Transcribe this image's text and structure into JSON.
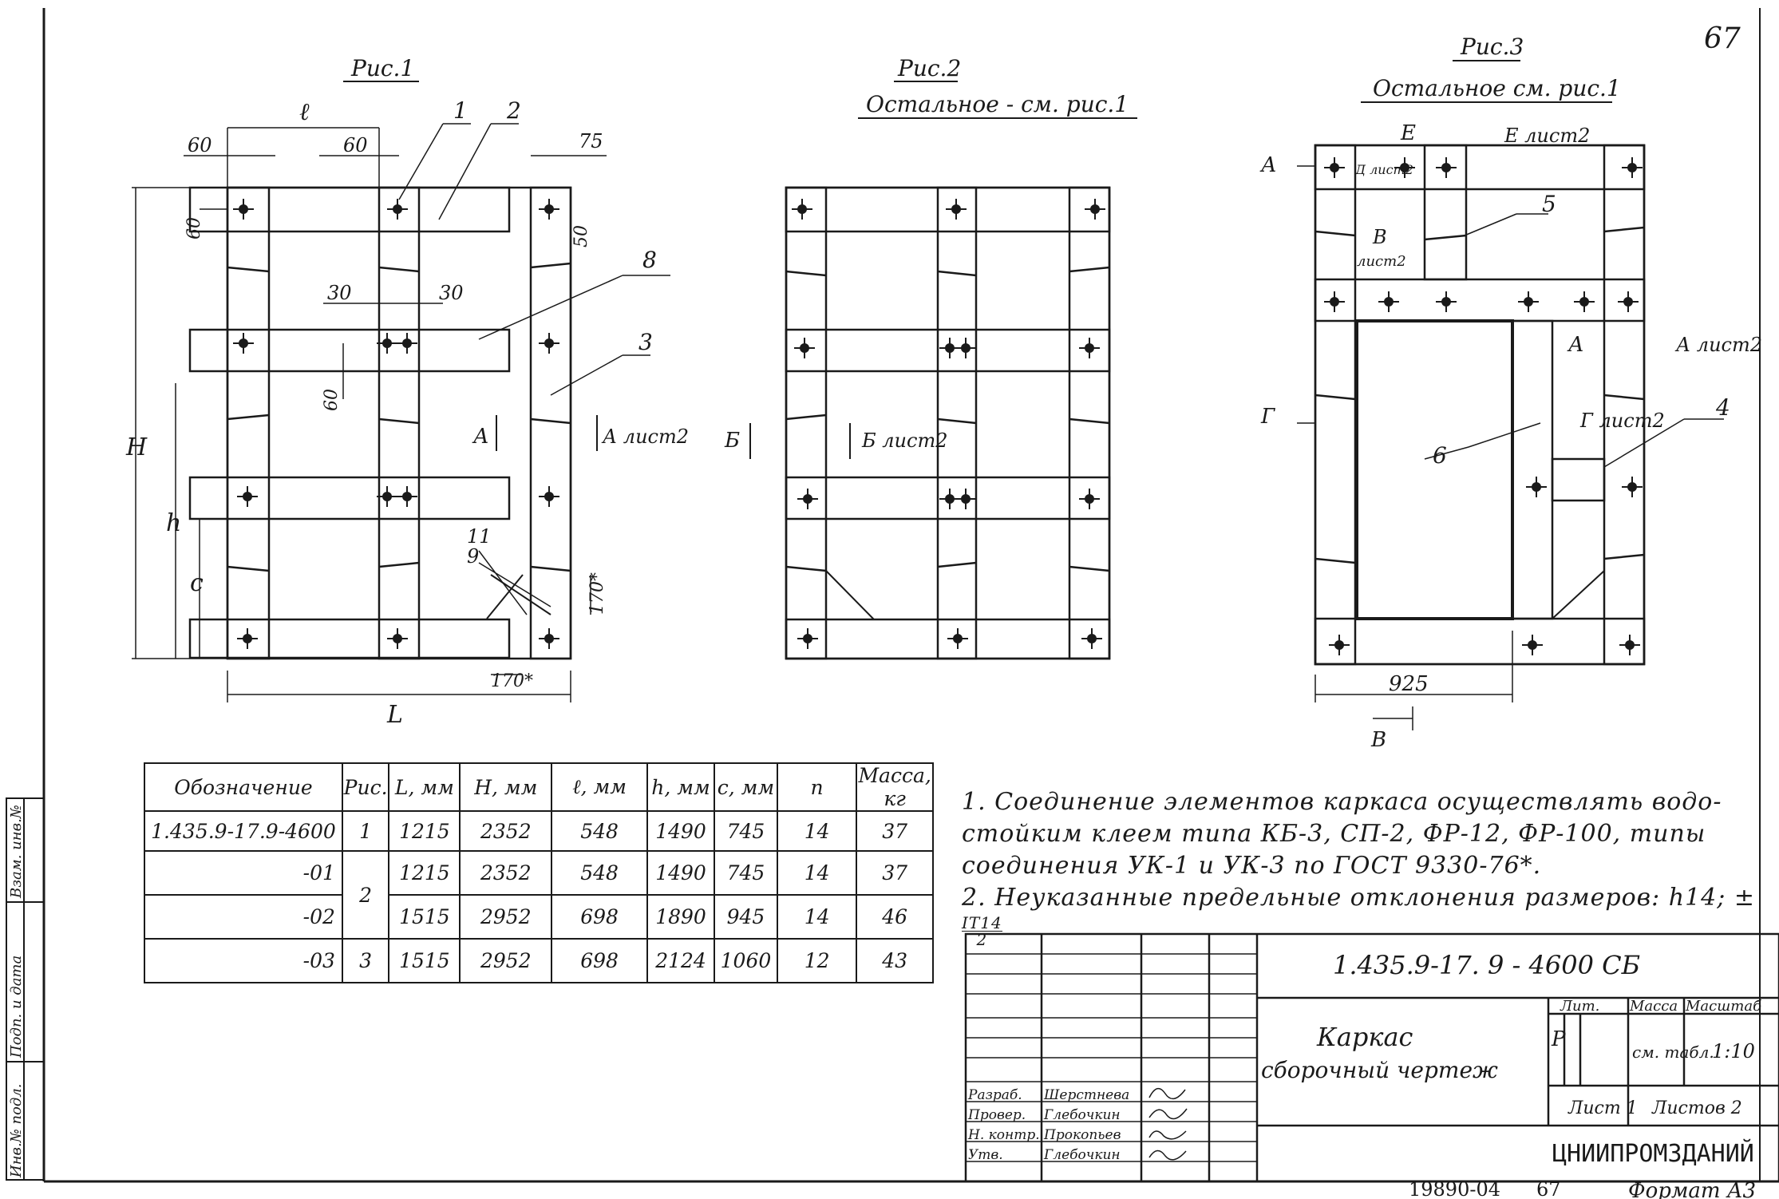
{
  "sheet": {
    "page_number": "67",
    "fig1_title": "Рис.1",
    "fig2_title": "Рис.2",
    "fig2_subtitle": "Остальное - см. рис.1",
    "fig3_title": "Рис.3",
    "fig3_subtitle": "Остальное см. рис.1",
    "format_label": "Формат А3",
    "archive_number": "19890-04",
    "archive_page": "67"
  },
  "fig1_labels": {
    "dim_l": "ℓ",
    "dim_60_a": "60",
    "dim_60_b": "60",
    "dim_75": "75",
    "dim_60_c": "60",
    "dim_50": "50",
    "dim_30_a": "30",
    "dim_30_b": "30",
    "dim_60_d": "60",
    "dim_H": "H",
    "dim_h": "h",
    "dim_c": "c",
    "dim_L": "L",
    "dim_170_a": "170*",
    "dim_170_b": "170*",
    "pos_1": "1",
    "pos_2": "2",
    "pos_3": "3",
    "pos_8": "8",
    "pos_11": "11",
    "pos_9": "9",
    "section_A": "А",
    "section_A_ref": "А лист2"
  },
  "fig2_labels": {
    "section_B": "Б",
    "section_B_ref": "Б лист2"
  },
  "fig3_labels": {
    "section_A": "А",
    "section_E": "Е",
    "section_E_ref": "Е лист2",
    "section_D_ref": "Д лист2",
    "section_V": "В",
    "section_V_ref": "лист2",
    "pos_5": "5",
    "pos_6": "6",
    "pos_4": "4",
    "section_A2": "А",
    "section_A2_ref": "А лист2",
    "section_G": "Г",
    "section_G_ref": "Г лист2",
    "dim_925": "925",
    "section_V_bottom": "В"
  },
  "spec_table": {
    "headers": [
      "Обозначение",
      "Рис.",
      "L, мм",
      "H, мм",
      "ℓ, мм",
      "h, мм",
      "c, мм",
      "n",
      "Масса, кг"
    ],
    "rows": [
      [
        "1.435.9-17.9-4600",
        "1",
        "1215",
        "2352",
        "548",
        "1490",
        "745",
        "14",
        "37"
      ],
      [
        "-01",
        "2",
        "1215",
        "2352",
        "548",
        "1490",
        "745",
        "14",
        "37"
      ],
      [
        "-02",
        "",
        "1515",
        "2952",
        "698",
        "1890",
        "945",
        "14",
        "46"
      ],
      [
        "-03",
        "3",
        "1515",
        "2952",
        "698",
        "2124",
        "1060",
        "12",
        "43"
      ]
    ]
  },
  "notes": {
    "line1": "1. Соединение элементов каркаса осуществлять водо-",
    "line2": "стойким клеем типа КБ-3, СП-2, ФР-12, ФР-100, типы",
    "line3": "соединения УК-1 и УК-3 по ГОСТ 9330-76*.",
    "line4": "2. Неуказанные предельные отклонения размеров: h14; ±",
    "line4_frac_num": "IT14",
    "line4_frac_den": "2"
  },
  "title_block": {
    "code": "1.435.9-17. 9 - 4600 СБ",
    "name": "Каркас",
    "subname": "сборочный чертеж",
    "lit_header": "Лит.",
    "mass_header": "Масса",
    "scale_header": "Масштаб",
    "lit_value": "Р",
    "mass_value": "см. табл.",
    "scale_value": "1:10",
    "sheet_label": "Лист 1",
    "sheets_label": "Листов 2",
    "org": "ЦНИИПРОМЗДАНИЙ",
    "roles": [
      "Разраб.",
      "Провер.",
      "Н. контр.",
      "Утв."
    ],
    "names": [
      "Шерстнева",
      "Глебочкин",
      "Прокопьев",
      "Глебочкин"
    ]
  },
  "side_stamp": {
    "col1": "Инв.№ подл.",
    "col2": "Подп. и дата",
    "col3": "Взам. инв.№"
  }
}
